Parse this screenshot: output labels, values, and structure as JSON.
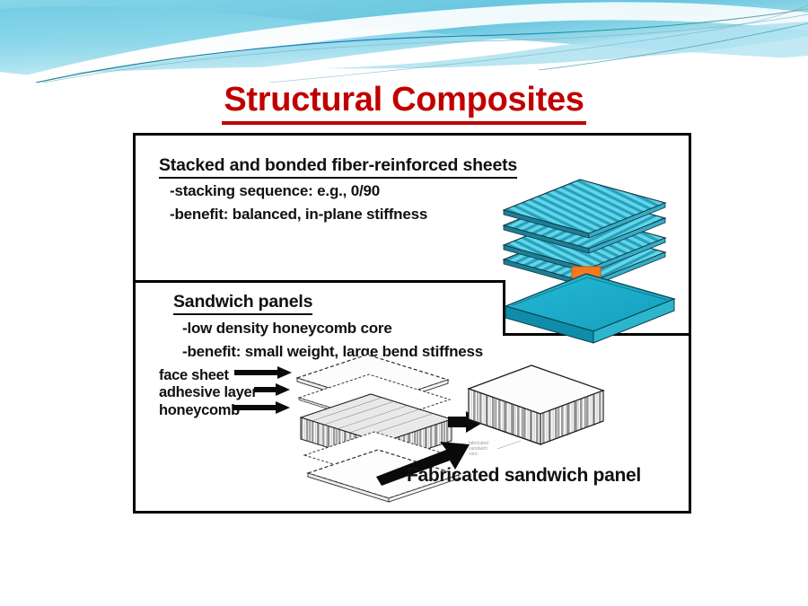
{
  "slide": {
    "title": "Structural Composites",
    "title_color": "#C00000",
    "background": "#FFFFFF"
  },
  "banner": {
    "name": "flow-theme-banner",
    "colors": {
      "cyan_top": "#74CEE4",
      "cyan_mid": "#9BDDEC",
      "teal_line": "#1F9C9C",
      "blue_line": "#1B75BC",
      "pale": "#D8F1F7",
      "white": "#FFFFFF"
    }
  },
  "frame": {
    "border_color": "#000000"
  },
  "section_laminate": {
    "heading": "Stacked and bonded  fiber-reinforced sheets",
    "bullets": [
      "-stacking sequence:  e.g., 0/90",
      "-benefit:  balanced, in-plane stiffness"
    ],
    "illustration": {
      "name": "laminate-stack-diagram",
      "sheet_count": 4,
      "sheet_color": "#4FD3E8",
      "fiber_color": "#1E8FA8",
      "arrow_color": "#F47920",
      "consolidated_panel_color": "#1BA8C4",
      "ply_orientations": [
        "0",
        "90",
        "0",
        "90"
      ]
    }
  },
  "section_sandwich": {
    "heading": "Sandwich panels ",
    "bullets": [
      "-low density honeycomb core",
      "-benefit:  small weight, large bend stiffness"
    ],
    "callouts": [
      "face sheet",
      "adhesive layer",
      "honeycomb"
    ],
    "caption": "Fabricated sandwich panel",
    "illustration": {
      "name": "exploded-honeycomb-sandwich",
      "line_color": "#333333",
      "fill_color": "#FFFFFF",
      "core_shade": "#8A8A8A",
      "inner_label": "fabricated sandwich core"
    }
  }
}
